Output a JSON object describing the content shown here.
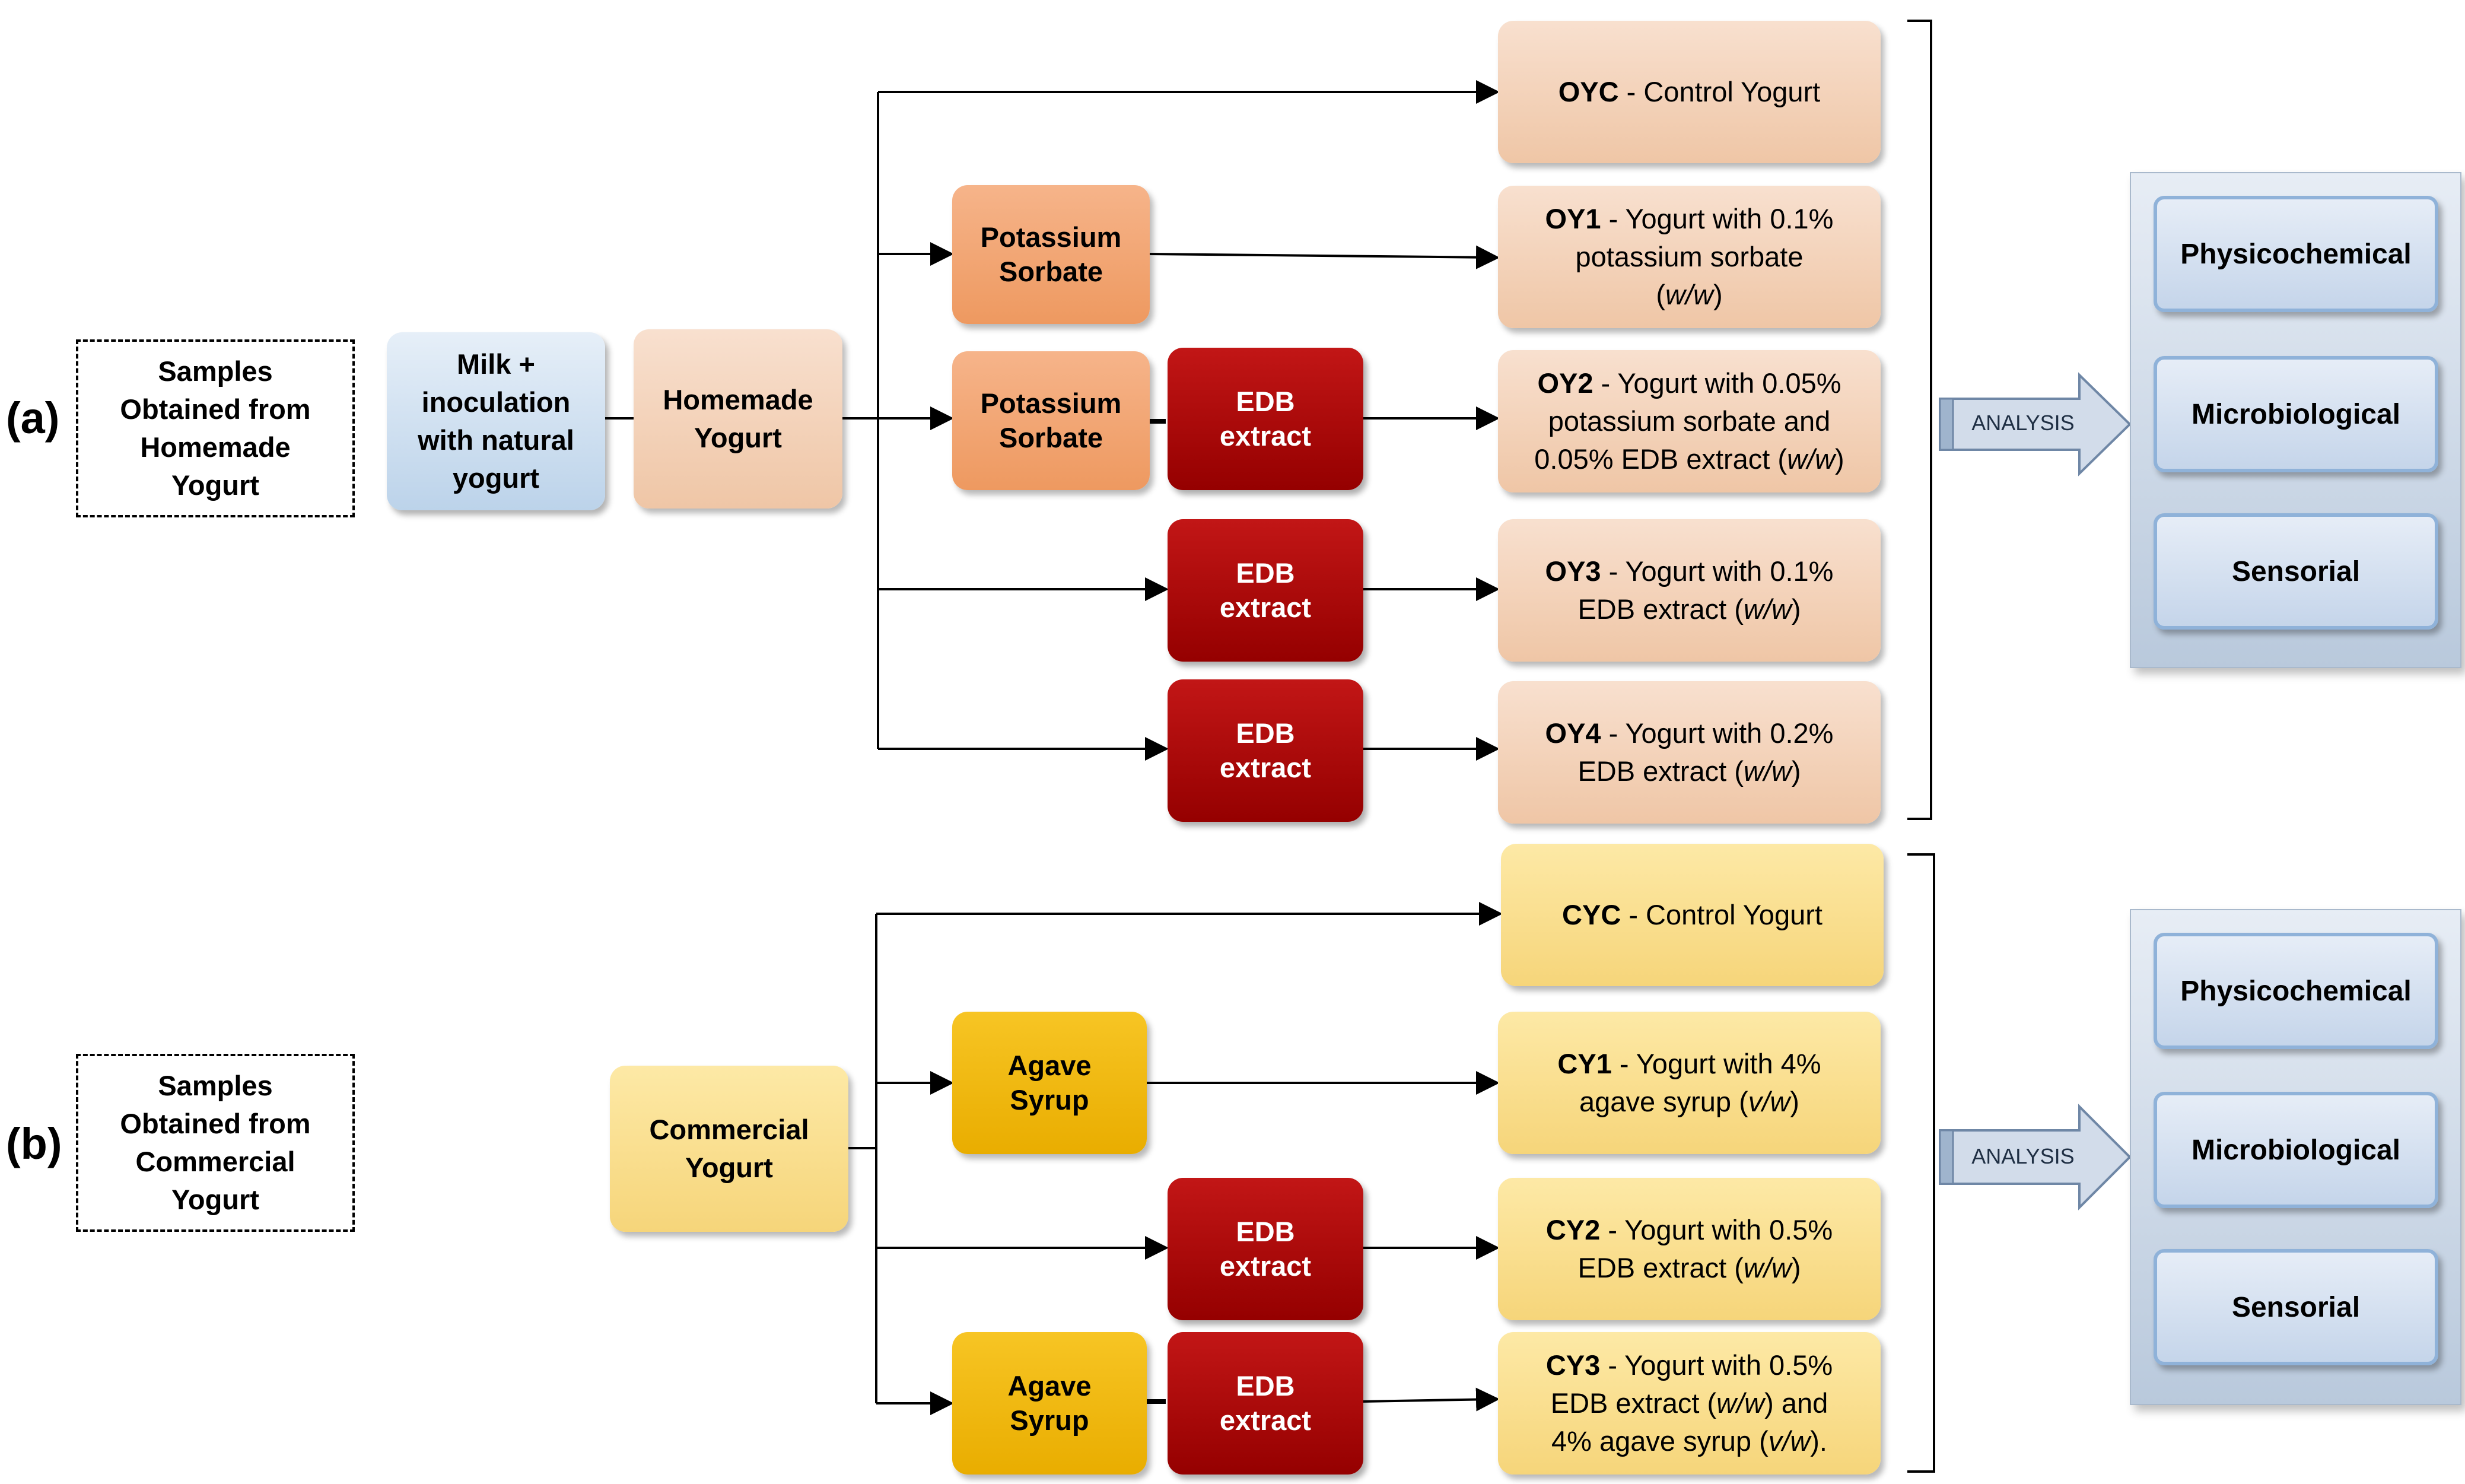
{
  "panel_a": {
    "label": "(a)",
    "source_box": [
      "Samples",
      "Obtained from",
      "Homemade",
      "Yogurt"
    ],
    "milk_box": [
      "Milk +",
      "inoculation",
      "with natural",
      "yogurt"
    ],
    "base_box": [
      "Homemade",
      "Yogurt"
    ],
    "additive_potassium": [
      "Potassium",
      "Sorbate"
    ],
    "additive_edb": [
      "EDB",
      "extract"
    ],
    "samples": {
      "oyc": {
        "code": "OYC",
        "lines": [
          " - Control Yogurt"
        ]
      },
      "oy1": {
        "code": "OY1",
        "l1": " - Yogurt with 0.1%",
        "l2": "potassium sorbate",
        "l3": "w/w"
      },
      "oy2": {
        "code": "OY2",
        "l1": " - Yogurt with 0.05%",
        "l2": "potassium sorbate and",
        "l3a": "0.05% EDB extract (",
        "l3b": "w/w"
      },
      "oy3": {
        "code": "OY3",
        "l1": " - Yogurt with 0.1%",
        "l2a": "EDB extract (",
        "l2b": "w/w"
      },
      "oy4": {
        "code": "OY4",
        "l1": " - Yogurt with 0.2%",
        "l2a": "EDB extract (",
        "l2b": "w/w"
      }
    },
    "analysis_label": "ANALYSIS",
    "analyses": [
      "Physicochemical",
      "Microbiological",
      "Sensorial"
    ]
  },
  "panel_b": {
    "label": "(b)",
    "source_box": [
      "Samples",
      "Obtained from",
      "Commercial",
      "Yogurt"
    ],
    "base_box": [
      "Commercial",
      "Yogurt"
    ],
    "additive_agave": [
      "Agave",
      "Syrup"
    ],
    "additive_edb": [
      "EDB",
      "extract"
    ],
    "samples": {
      "cyc": {
        "code": "CYC",
        "l1": " - Control Yogurt"
      },
      "cy1": {
        "code": "CY1",
        "l1": " - Yogurt with 4%",
        "l2a": "agave syrup (",
        "l2b": "v/w"
      },
      "cy2": {
        "code": "CY2",
        "l1": " - Yogurt with 0.5%",
        "l2a": "EDB extract (",
        "l2b": "w/w"
      },
      "cy3": {
        "code": "CY3",
        "l1": " - Yogurt with 0.5%",
        "l2a": "EDB extract (",
        "l2b": "w/w",
        "l2c": ") and",
        "l3a": "4% agave syrup (",
        "l3b": "v/w",
        "l3c": ")."
      }
    },
    "analysis_label": "ANALYSIS",
    "analyses": [
      "Physicochemical",
      "Microbiological",
      "Sensorial"
    ]
  },
  "colors": {
    "milk": "#cfe0f1",
    "homemade": "#f3d2b8",
    "potassium": "#f2a674",
    "edb": "#a80808",
    "commercial": "#fadc8a",
    "agave": "#efb80c",
    "analysis_panel": "#c9d6e6"
  }
}
